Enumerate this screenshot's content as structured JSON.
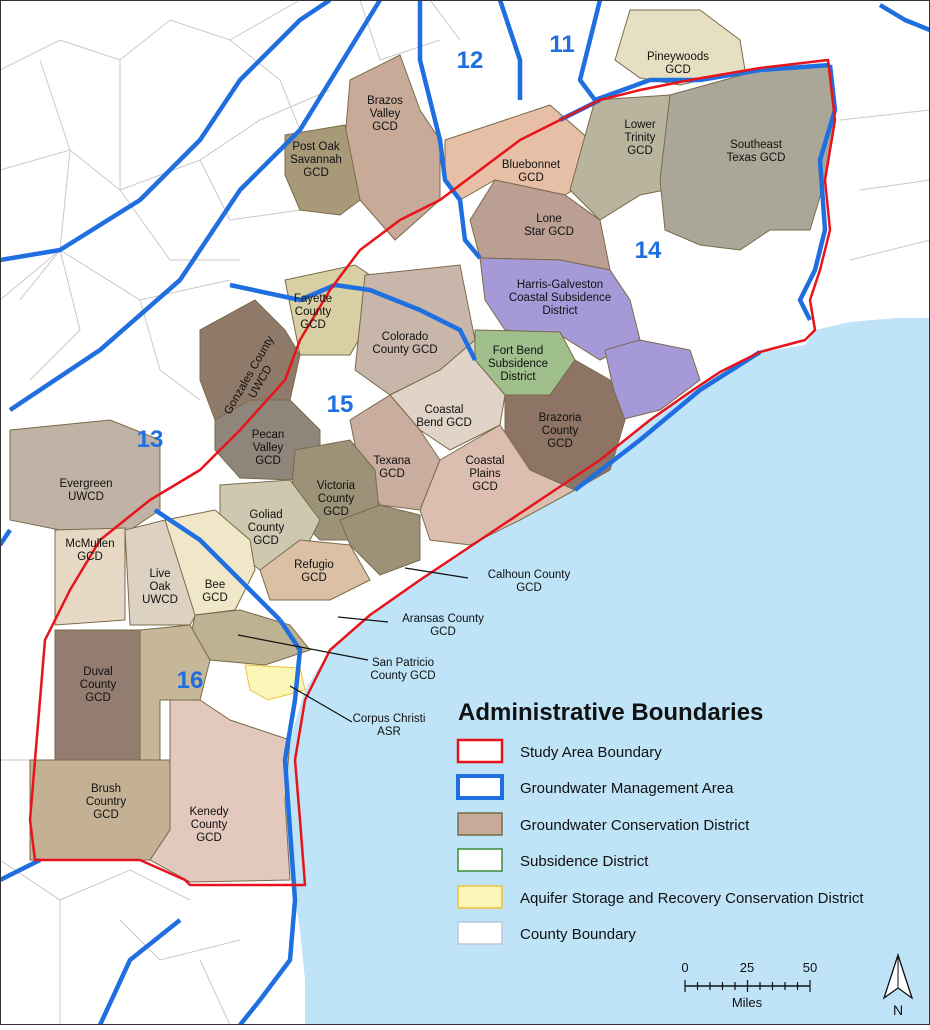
{
  "gma_labels": [
    "12",
    "11",
    "14",
    "15",
    "13",
    "16"
  ],
  "districts": {
    "pineywoods": "Pineywoods|GCD",
    "brazos_valley": "Brazos|Valley|GCD",
    "post_oak": "Post Oak|Savannah|GCD",
    "bluebonnet": "Bluebonnet|GCD",
    "lower_trinity": "Lower|Trinity|GCD",
    "southeast_texas": "Southeast|Texas GCD",
    "lone_star": "Lone|Star GCD",
    "harris_galveston": "Harris-Galveston|Coastal Subsidence|District",
    "fayette": "Fayette|County|GCD",
    "colorado": "Colorado|County GCD",
    "fort_bend": "Fort Bend|Subsidence|District",
    "gonzales": "Gonzales County|UWCD",
    "coastal_bend": "Coastal|Bend GCD",
    "brazoria": "Brazoria|County|GCD",
    "pecan_valley": "Pecan|Valley|GCD",
    "texana": "Texana|GCD",
    "coastal_plains": "Coastal|Plains|GCD",
    "evergreen": "Evergreen|UWCD",
    "victoria": "Victoria|County|GCD",
    "goliad": "Goliad|County|GCD",
    "mcmullen": "McMullen|GCD",
    "live_oak": "Live|Oak|UWCD",
    "bee": "Bee|GCD",
    "refugio": "Refugio|GCD",
    "duval": "Duval|County|GCD",
    "brush_country": "Brush|Country|GCD",
    "kenedy": "Kenedy|County|GCD"
  },
  "callouts": {
    "calhoun": "Calhoun County|GCD",
    "aransas": "Aransas County|GCD",
    "san_patricio": "San Patricio|County GCD",
    "corpus_christi": "Corpus Christi|ASR"
  },
  "legend": {
    "title": "Administrative Boundaries",
    "items": [
      {
        "label": "Study Area Boundary",
        "color": "#e8141b"
      },
      {
        "label": "Groundwater Management Area",
        "color": "#1f6fe0"
      },
      {
        "label": "Groundwater Conservation District",
        "color": "#7a6a4a"
      },
      {
        "label": "Subsidence District",
        "color": "#3a8a3a"
      },
      {
        "label": "Aquifer Storage and Recovery Conservation District",
        "color": "#f0c040"
      },
      {
        "label": "County Boundary",
        "color": "#b8c8d8"
      }
    ]
  },
  "scale": {
    "ticks": [
      "0",
      "25",
      "50"
    ],
    "unit": "Miles"
  },
  "north": "N",
  "colors": {
    "water": "#bfe3f7",
    "study_area": "#e8141b",
    "gma": "#1f6fe0"
  }
}
